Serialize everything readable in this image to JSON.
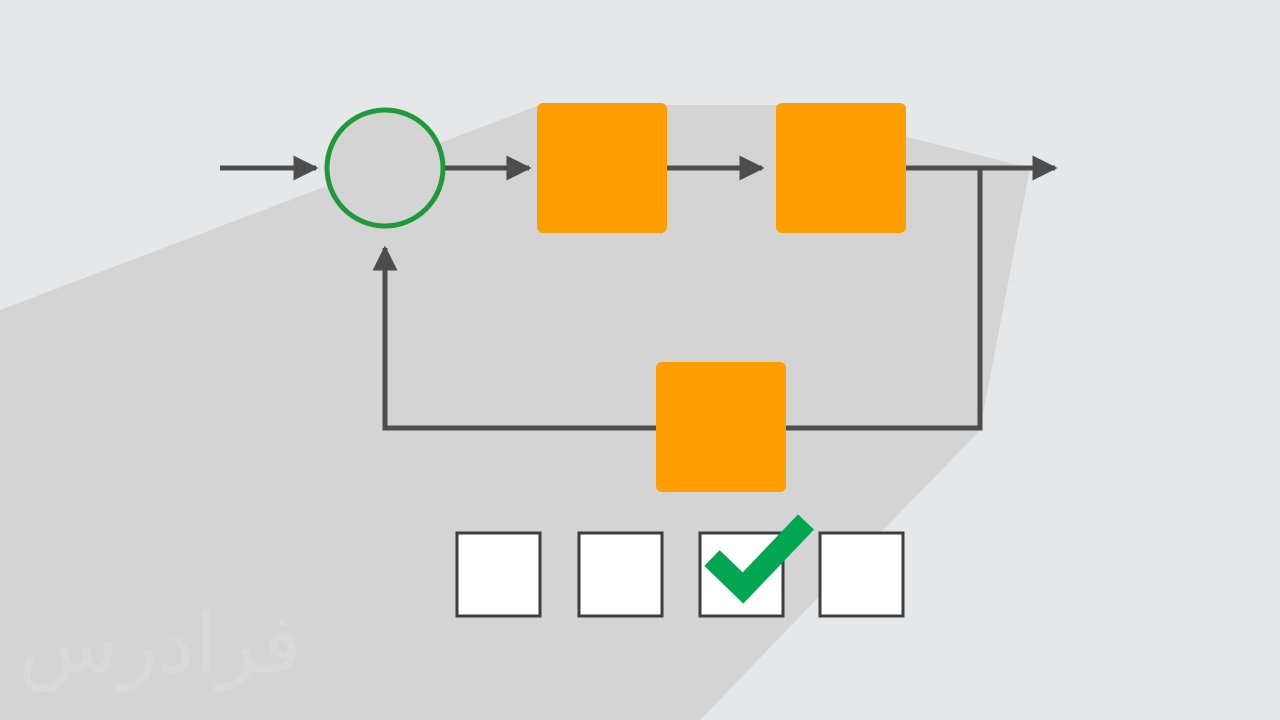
{
  "diagram": {
    "type": "feedback-control-block-diagram",
    "blocks": [
      {
        "id": "forward-block-1"
      },
      {
        "id": "forward-block-2"
      },
      {
        "id": "feedback-block"
      }
    ],
    "summing_junction": {
      "id": "summing-junction"
    },
    "colors": {
      "background": "#e6e7e8",
      "shadow": "#d4d4d4",
      "line": "#4d4d4d",
      "block_fill": "#ff9e00",
      "junction_stroke": "#1f9a3a",
      "checkbox_fill": "#ffffff",
      "checkbox_stroke": "#3d3d3d",
      "checkmark": "#00a651",
      "watermark": "#d9d9d9"
    }
  },
  "options": {
    "items": [
      {
        "checked": false
      },
      {
        "checked": false
      },
      {
        "checked": true
      },
      {
        "checked": false
      }
    ]
  },
  "watermark": {
    "text": "فرادرس"
  }
}
